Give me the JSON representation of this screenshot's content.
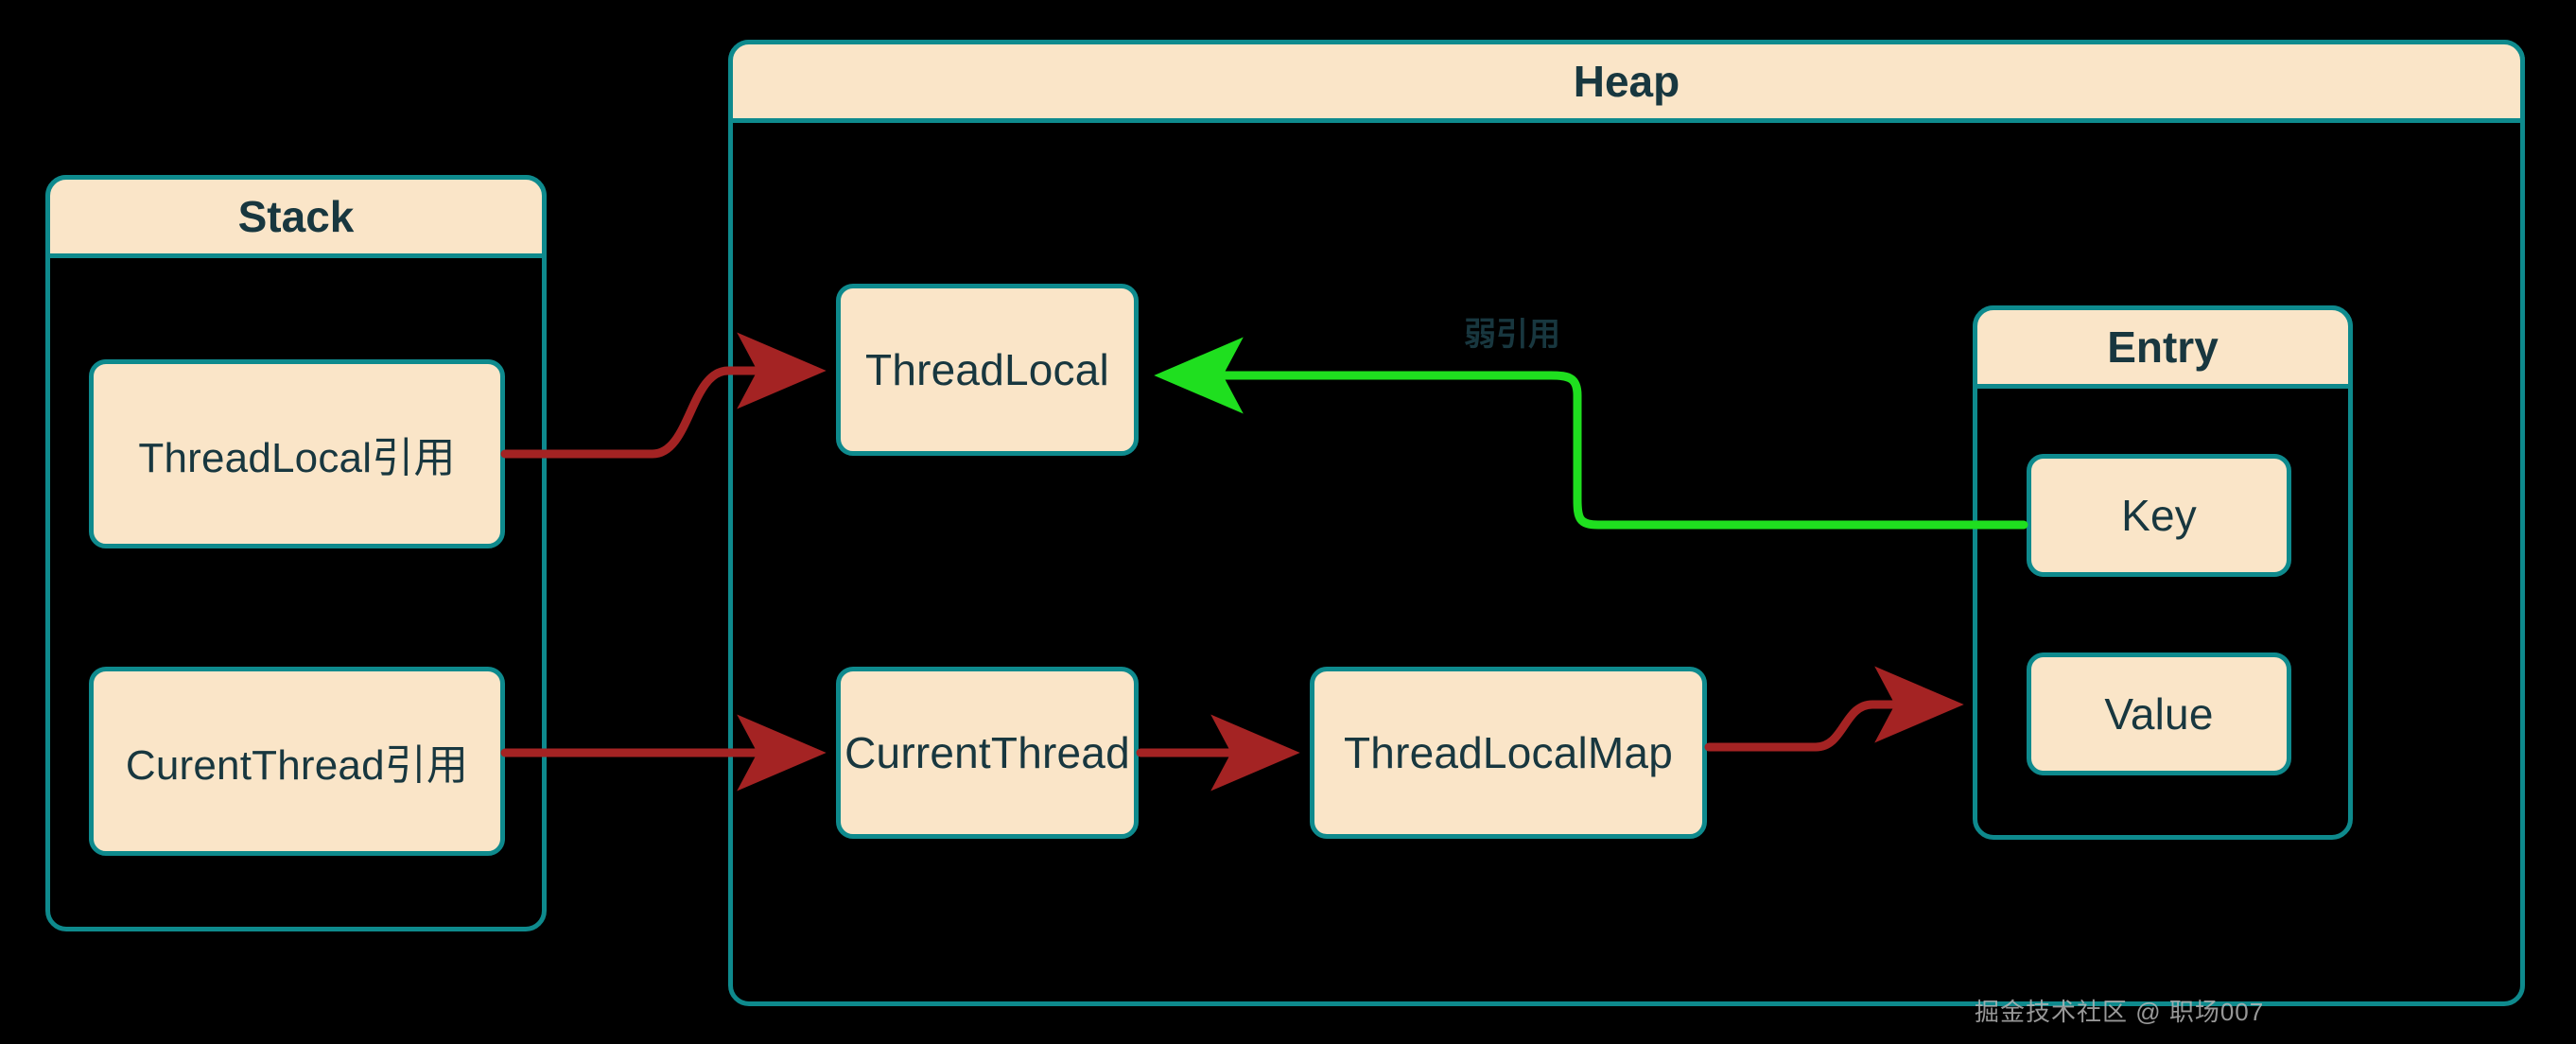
{
  "diagram": {
    "title": "ThreadLocal memory structure",
    "background": "#000000",
    "colors": {
      "node_fill": "#FAE5C8",
      "node_border": "#0E8A8D",
      "node_text": "#18373F",
      "strong_ref_arrow": "#A42323",
      "weak_ref_arrow": "#1FDF1F",
      "watermark": "#B9B9B9"
    }
  },
  "stack": {
    "title": "Stack",
    "items": [
      {
        "label": "ThreadLocal引用"
      },
      {
        "label": "CurentThread引用"
      }
    ]
  },
  "heap": {
    "title": "Heap",
    "nodes": [
      {
        "id": "threadlocal",
        "label": "ThreadLocal"
      },
      {
        "id": "currentthread",
        "label": "CurrentThread"
      },
      {
        "id": "threadlocalmap",
        "label": "ThreadLocalMap"
      }
    ],
    "entry": {
      "title": "Entry",
      "fields": [
        {
          "label": "Key"
        },
        {
          "label": "Value"
        }
      ]
    }
  },
  "edges": [
    {
      "id": "e1",
      "from": "ThreadLocal引用",
      "to": "ThreadLocal",
      "label": "",
      "kind": "strong"
    },
    {
      "id": "e2",
      "from": "CurentThread引用",
      "to": "CurrentThread",
      "label": "",
      "kind": "strong"
    },
    {
      "id": "e3",
      "from": "CurrentThread",
      "to": "ThreadLocalMap",
      "label": "",
      "kind": "strong"
    },
    {
      "id": "e4",
      "from": "ThreadLocalMap",
      "to": "Entry",
      "label": "",
      "kind": "strong"
    },
    {
      "id": "e5",
      "from": "Key",
      "to": "ThreadLocal",
      "label": "弱引用",
      "kind": "weak"
    }
  ],
  "edge_labels": {
    "weak_reference": "弱引用"
  },
  "watermark": {
    "text": "掘金技术社区 @ 职场007"
  }
}
